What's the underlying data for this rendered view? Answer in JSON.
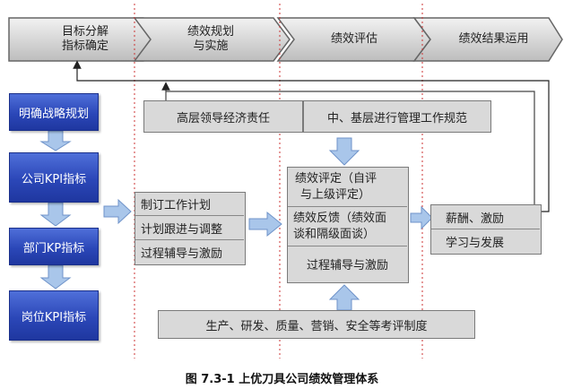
{
  "phases": [
    {
      "line1": "目标分解",
      "line2": "指标确定"
    },
    {
      "line1": "绩效规划",
      "line2": "与实施"
    },
    {
      "line1": "绩效评估",
      "line2": ""
    },
    {
      "line1": "绩效结果运用",
      "line2": ""
    }
  ],
  "kpi": {
    "strategy": "明确战略规划",
    "company": "公司KPI指标",
    "department": "部门KP指标",
    "position": "岗位KPI指标"
  },
  "top_row": {
    "left": "高层领导经济责任",
    "right": "中、基层进行管理工作规范"
  },
  "plan": {
    "items": [
      "制订工作计划",
      "计划跟进与调整",
      "过程辅导与激励"
    ]
  },
  "eval": {
    "assess_line1": "绩效评定（自评",
    "assess_line2": "与上级评定）",
    "feedback_line1": "绩效反馈（绩效面",
    "feedback_line2": "谈和隔级面谈）",
    "coach": "过程辅导与激励"
  },
  "result": {
    "items": [
      "薪酬、激励",
      "学习与发展"
    ]
  },
  "bottom": "生产、研发、质量、营销、安全等考评制度",
  "caption": "图 7.3-1  上优刀具公司绩效管理体系",
  "colors": {
    "kpi_blue": "#2b47b8",
    "box_gray": "#d9d9d9",
    "arrow_blue": "#a9c6ea",
    "divider_red": "#cc3333"
  }
}
